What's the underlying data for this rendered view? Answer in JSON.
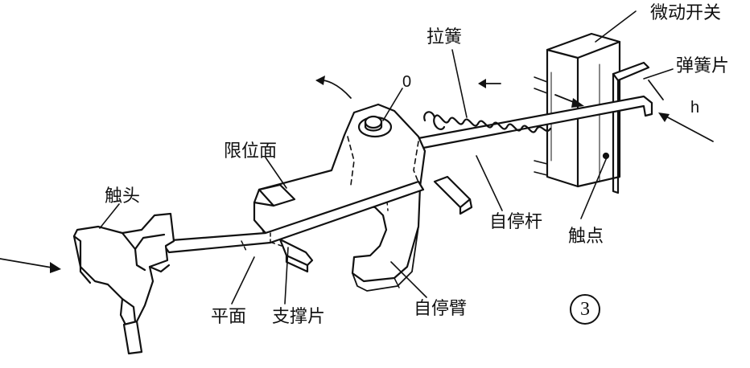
{
  "labels": {
    "micro_switch": "微动开关",
    "tension_spring": "拉簧",
    "spring_leaf": "弹簧片",
    "pivot_o": "0",
    "gap_h": "h",
    "limit_face": "限位面",
    "contact_head": "触头",
    "self_stop_rod": "自停杆",
    "contact_point": "触点",
    "flat_face": "平面",
    "support_plate": "支撑片",
    "self_stop_arm": "自停臂"
  },
  "figure_number": "3",
  "colors": {
    "ink": "#111111",
    "paper": "#ffffff"
  }
}
